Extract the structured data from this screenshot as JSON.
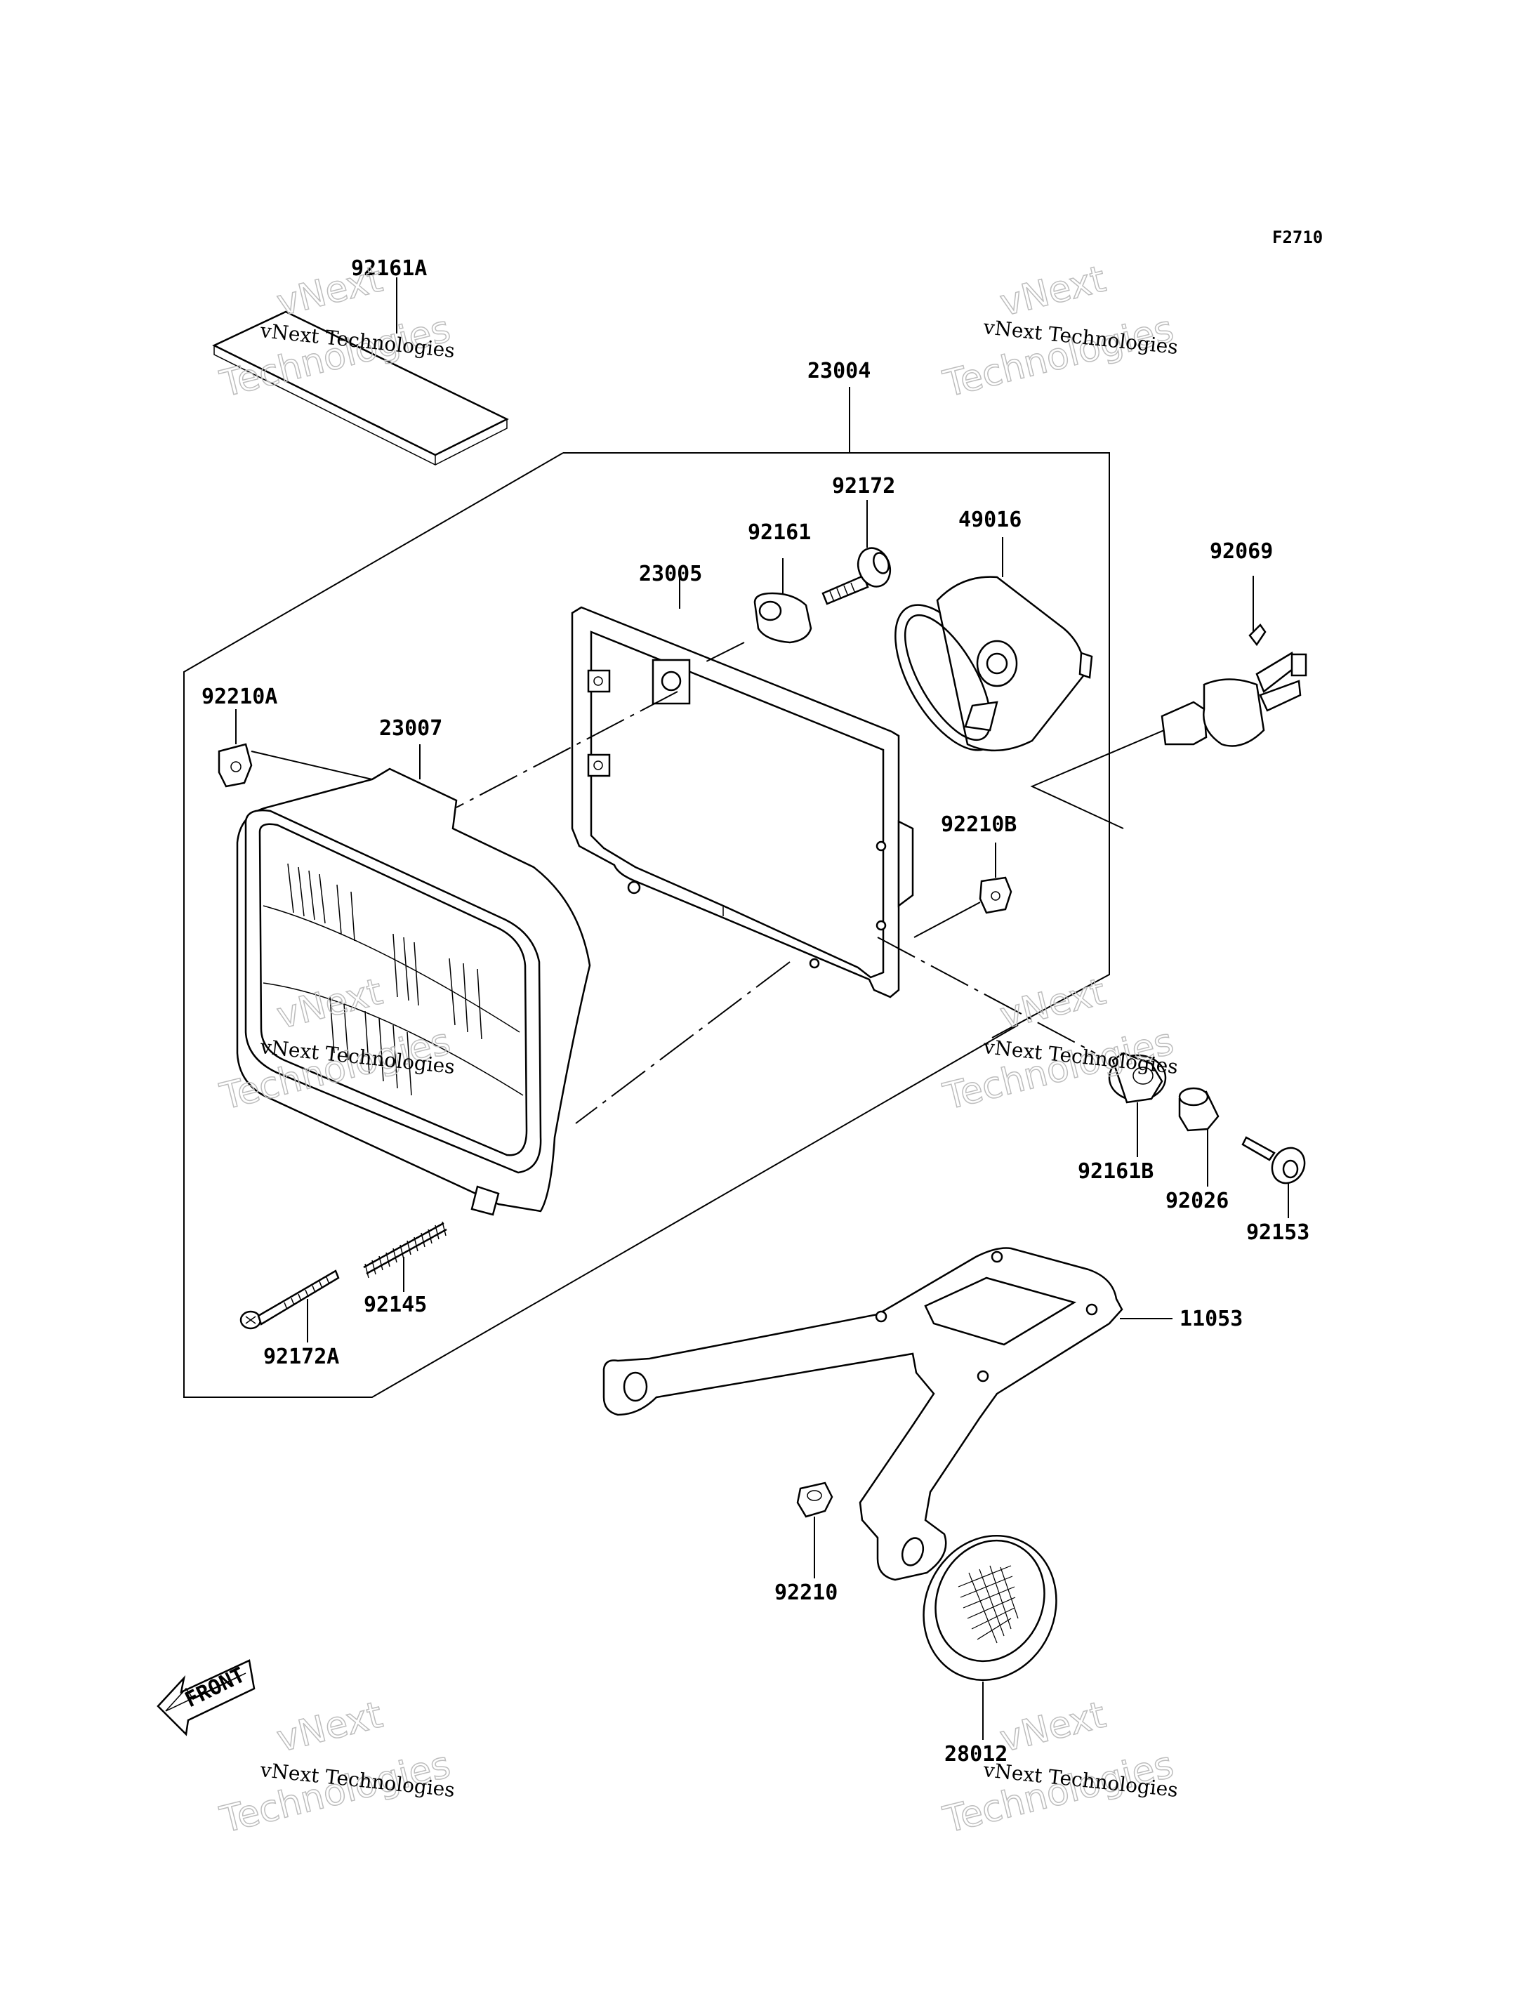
{
  "diagram_code": "F2710",
  "parts": [
    {
      "id": "p-92161a",
      "number": "92161A"
    },
    {
      "id": "p-23004",
      "number": "23004"
    },
    {
      "id": "p-92172",
      "number": "92172"
    },
    {
      "id": "p-92161",
      "number": "92161"
    },
    {
      "id": "p-49016",
      "number": "49016"
    },
    {
      "id": "p-92069",
      "number": "92069"
    },
    {
      "id": "p-23005",
      "number": "23005"
    },
    {
      "id": "p-92210a",
      "number": "92210A"
    },
    {
      "id": "p-23007",
      "number": "23007"
    },
    {
      "id": "p-92210b",
      "number": "92210B"
    },
    {
      "id": "p-92161b",
      "number": "92161B"
    },
    {
      "id": "p-92026",
      "number": "92026"
    },
    {
      "id": "p-92153",
      "number": "92153"
    },
    {
      "id": "p-11053",
      "number": "11053"
    },
    {
      "id": "p-92145",
      "number": "92145"
    },
    {
      "id": "p-92172a",
      "number": "92172A"
    },
    {
      "id": "p-92210",
      "number": "92210"
    },
    {
      "id": "p-28012",
      "number": "28012"
    }
  ],
  "front_arrow_text": "FRONT",
  "watermark": {
    "line1": "vNext",
    "line2": "Technologies",
    "caption": "vNext Technologies"
  }
}
